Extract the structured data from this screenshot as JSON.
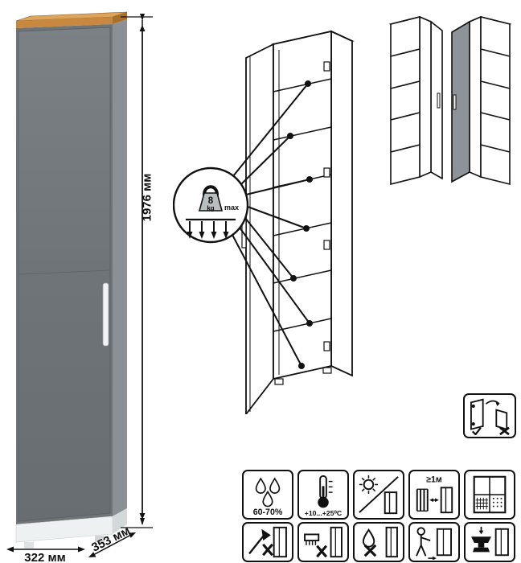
{
  "dimensions": {
    "height": "1976 мм",
    "width": "322 мм",
    "depth": "353 мм"
  },
  "shelf_load": {
    "value": "8",
    "unit": "kg",
    "qualifier": "max"
  },
  "conditions": {
    "humidity": "60-70%",
    "temperature": "+10...+25⁰C",
    "heat_distance": "≥1м"
  },
  "colors": {
    "cabinet_front": "#6e7478",
    "cabinet_side": "#8a9094",
    "wood_trim": "#c8883f",
    "plinth": "#eef1f2",
    "line": "#111111"
  }
}
